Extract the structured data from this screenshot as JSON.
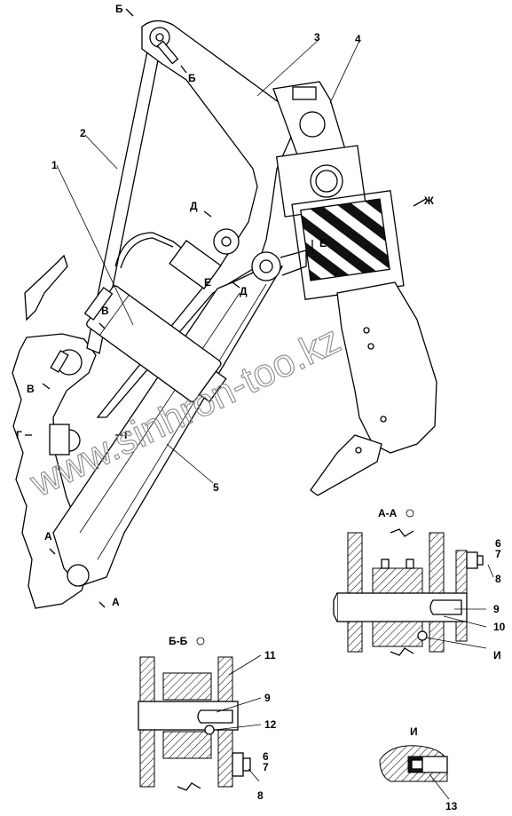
{
  "callouts": [
    "1",
    "2",
    "3",
    "4",
    "5",
    "6",
    "7",
    "8",
    "9",
    "10",
    "11",
    "12",
    "13"
  ],
  "section_marks": {
    "A": "А",
    "B": "Б",
    "V": "В",
    "G": "Г",
    "D": "Д",
    "E": "Е",
    "Zh": "Ж",
    "I": "И"
  },
  "section_titles": {
    "aa": "А-А",
    "bb": "Б-Б",
    "i": "И"
  },
  "watermark": "www.sinhron-too.kz",
  "colors": {
    "line": "#000000",
    "watermark": "#8a8a8a",
    "background": "#ffffff"
  }
}
